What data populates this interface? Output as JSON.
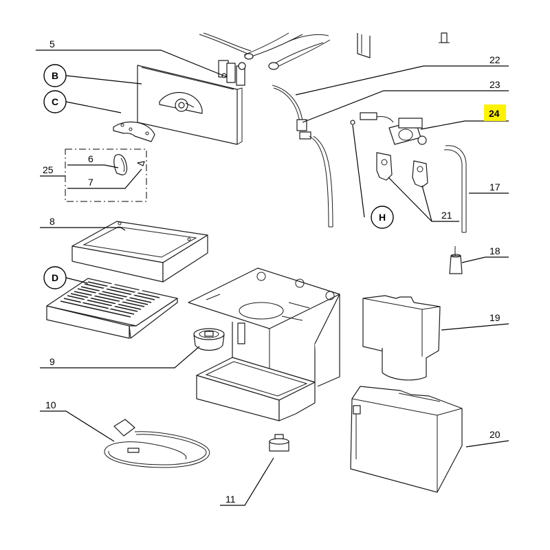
{
  "callouts": {
    "c5": "5",
    "cB": "B",
    "cC": "C",
    "c25": "25",
    "c6": "6",
    "c7": "7",
    "c8": "8",
    "cD": "D",
    "c9": "9",
    "c10": "10",
    "c11": "11",
    "c22": "22",
    "c23": "23",
    "c24": "24",
    "cH": "H",
    "c21": "21",
    "c17": "17",
    "c18": "18",
    "c19": "19",
    "c20": "20"
  },
  "colors": {
    "highlight": "#fff200",
    "line": "#1a1a1a"
  },
  "highlighted_callout": "24"
}
